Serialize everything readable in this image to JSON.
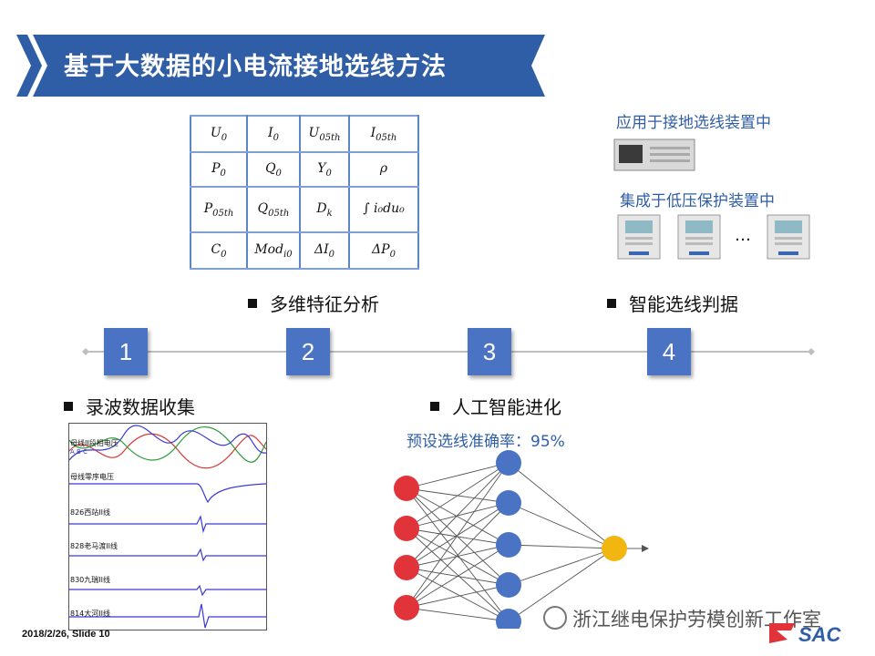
{
  "title": "基于大数据的小电流接地选线方法",
  "feature_table": {
    "rows": [
      [
        {
          "m": "U",
          "s": "0"
        },
        {
          "m": "I",
          "s": "0"
        },
        {
          "m": "U",
          "s": "05th"
        },
        {
          "m": "I",
          "s": "05th"
        }
      ],
      [
        {
          "m": "P",
          "s": "0"
        },
        {
          "m": "Q",
          "s": "0"
        },
        {
          "m": "Y",
          "s": "0"
        },
        {
          "m": "ρ",
          "s": ""
        }
      ],
      [
        {
          "m": "P",
          "s": "05th"
        },
        {
          "m": "Q",
          "s": "05th"
        },
        {
          "m": "D",
          "s": "k"
        },
        {
          "m": "∫ i₀du₀",
          "s": ""
        }
      ],
      [
        {
          "m": "C",
          "s": "0"
        },
        {
          "m": "Mod",
          "s": "i0"
        },
        {
          "m": "ΔI",
          "s": "0"
        },
        {
          "m": "ΔP",
          "s": "0"
        }
      ]
    ]
  },
  "device_labels": {
    "grounding": "应用于接地选线装置中",
    "protection": "集成于低压保护装置中",
    "ellipsis": "…"
  },
  "bullets": {
    "feature_analysis": "多维特征分析",
    "smart_judgement": "智能选线判据",
    "record_collection": "录波数据收集",
    "ai_evolution": "人工智能进化"
  },
  "steps": [
    "1",
    "2",
    "3",
    "4"
  ],
  "accuracy_note": "预设选线准确率：95%",
  "waveform_labels": [
    "母线II段相电压",
    "A B C",
    "母线零序电压",
    "826西站II线",
    "828老马渡II线",
    "830九瑞II线",
    "814大河II线"
  ],
  "footer": {
    "date_slide": "2018/2/26,  Slide 10"
  },
  "watermark": "浙江继电保护劳模创新工作室",
  "logo_text": "SAC",
  "colors": {
    "banner": "#2f5ea7",
    "step_box": "#4a73c4",
    "input_node": "#e0333a",
    "hidden_node": "#4a73c4",
    "output_node": "#f2b611"
  }
}
